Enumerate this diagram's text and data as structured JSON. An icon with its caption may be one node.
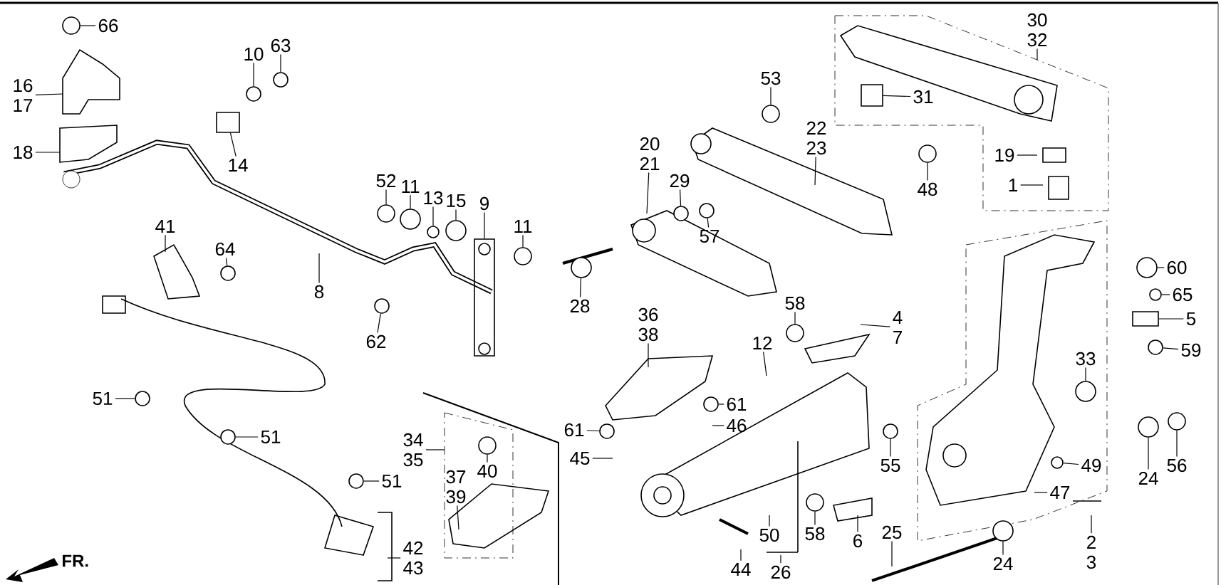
{
  "diagram": {
    "nodes": [
      {
        "text": [
          "66"
        ]
      },
      {
        "text": [
          "16",
          "17"
        ]
      },
      {
        "text": [
          "18"
        ]
      },
      {
        "text": [
          "10"
        ]
      },
      {
        "text": [
          "63"
        ]
      },
      {
        "text": [
          "14"
        ]
      },
      {
        "text": [
          "52"
        ]
      },
      {
        "text": [
          "11"
        ]
      },
      {
        "text": [
          "13"
        ]
      },
      {
        "text": [
          "15"
        ]
      },
      {
        "text": [
          "9"
        ]
      },
      {
        "text": [
          "11"
        ]
      },
      {
        "text": [
          "41"
        ]
      },
      {
        "text": [
          "64"
        ]
      },
      {
        "text": [
          "8"
        ]
      },
      {
        "text": [
          "62"
        ]
      },
      {
        "text": [
          "20",
          "21"
        ]
      },
      {
        "text": [
          "29"
        ]
      },
      {
        "text": [
          "57"
        ]
      },
      {
        "text": [
          "53"
        ]
      },
      {
        "text": [
          "22",
          "23"
        ]
      },
      {
        "text": [
          "28"
        ]
      },
      {
        "text": [
          "30",
          "32"
        ]
      },
      {
        "text": [
          "31"
        ]
      },
      {
        "text": [
          "48"
        ]
      },
      {
        "text": [
          "19"
        ]
      },
      {
        "text": [
          "1"
        ]
      },
      {
        "text": [
          "60"
        ]
      },
      {
        "text": [
          "65"
        ]
      },
      {
        "text": [
          "5"
        ]
      },
      {
        "text": [
          "59"
        ]
      },
      {
        "text": [
          "4",
          "7"
        ]
      },
      {
        "text": [
          "58"
        ]
      },
      {
        "text": [
          "12"
        ]
      },
      {
        "text": [
          "36",
          "38"
        ]
      },
      {
        "text": [
          "61"
        ]
      },
      {
        "text": [
          "46"
        ]
      },
      {
        "text": [
          "61"
        ]
      },
      {
        "text": [
          "45"
        ]
      },
      {
        "text": [
          "34",
          "35"
        ]
      },
      {
        "text": [
          "40"
        ]
      },
      {
        "text": [
          "37",
          "39"
        ]
      },
      {
        "text": [
          "42",
          "43"
        ]
      },
      {
        "text": [
          "51"
        ]
      },
      {
        "text": [
          "51"
        ]
      },
      {
        "text": [
          "51"
        ]
      },
      {
        "text": [
          "44"
        ]
      },
      {
        "text": [
          "50"
        ]
      },
      {
        "text": [
          "26"
        ]
      },
      {
        "text": [
          "58"
        ]
      },
      {
        "text": [
          "6"
        ]
      },
      {
        "text": [
          "55"
        ]
      },
      {
        "text": [
          "33"
        ]
      },
      {
        "text": [
          "49"
        ]
      },
      {
        "text": [
          "47"
        ]
      },
      {
        "text": [
          "24"
        ]
      },
      {
        "text": [
          "56"
        ]
      },
      {
        "text": [
          "25"
        ]
      },
      {
        "text": [
          "24"
        ]
      },
      {
        "text": [
          "2",
          "3"
        ]
      },
      {
        "text": [],
        "shape": "circle"
      },
      {
        "text": [],
        "shape": "circle"
      },
      {
        "text": [],
        "shape": "circle"
      },
      {
        "text": [],
        "shape": "circle"
      },
      {
        "text": [],
        "shape": "circle"
      },
      {
        "text": [],
        "shape": "circle"
      },
      {
        "text": [],
        "shape": "circle"
      },
      {
        "text": [],
        "shape": "circle"
      },
      {
        "text": [],
        "shape": "circle"
      },
      {
        "text": [],
        "shape": "circle"
      },
      {
        "text": [],
        "shape": "circle"
      },
      {
        "text": [],
        "shape": "circle"
      },
      {
        "text": [],
        "shape": "circle"
      },
      {
        "text": [],
        "shape": "circle"
      },
      {
        "text": [],
        "shape": "circle"
      },
      {
        "text": [],
        "shape": "circle"
      },
      {
        "text": [],
        "shape": "circle"
      },
      {
        "text": [],
        "shape": "circle"
      },
      {
        "text": [],
        "shape": "circle"
      },
      {
        "text": [],
        "shape": "circle"
      },
      {
        "text": [],
        "shape": "circle"
      },
      {
        "text": [],
        "shape": "circle"
      },
      {
        "text": [],
        "shape": "circle"
      },
      {
        "text": [],
        "shape": "circle"
      },
      {
        "text": [],
        "shape": "circle"
      },
      {
        "text": [],
        "shape": "circle"
      },
      {
        "text": [],
        "shape": "box"
      },
      {
        "text": [],
        "shape": "box"
      },
      {
        "text": [],
        "shape": "box"
      },
      {
        "text": [],
        "shape": "box"
      },
      {
        "text": [],
        "shape": "circle"
      },
      {
        "text": [],
        "shape": "circle"
      },
      {
        "text": [],
        "shape": "circle"
      },
      {
        "text": [],
        "shape": "circle"
      },
      {
        "text": [],
        "shape": "circle"
      },
      {
        "text": [],
        "shape": "circle"
      }
    ],
    "edges": [
      {
        "from": 0,
        "to": 60,
        "arrow": "none"
      },
      {
        "from": 1,
        "to": null,
        "arrow": "none"
      },
      {
        "from": 2,
        "to": null,
        "arrow": "none"
      },
      {
        "from": 3,
        "to": 90,
        "arrow": "none"
      },
      {
        "from": 4,
        "to": 64,
        "arrow": "none"
      },
      {
        "from": 5,
        "to": 86,
        "arrow": "none"
      },
      {
        "from": 6,
        "to": 67,
        "arrow": "none"
      },
      {
        "from": 7,
        "to": 68,
        "arrow": "none"
      },
      {
        "from": 8,
        "to": 69,
        "arrow": "none"
      },
      {
        "from": 9,
        "to": 70,
        "arrow": "none"
      },
      {
        "from": 10,
        "to": 87,
        "arrow": "none"
      },
      {
        "from": 11,
        "to": 72,
        "arrow": "none"
      },
      {
        "from": 12,
        "to": null,
        "arrow": "none"
      },
      {
        "from": 13,
        "to": 62,
        "arrow": "none"
      },
      {
        "from": 14,
        "to": null,
        "arrow": "none"
      },
      {
        "from": 15,
        "to": 66,
        "arrow": "none"
      },
      {
        "from": 16,
        "to": null,
        "arrow": "none"
      },
      {
        "from": 17,
        "to": 75,
        "arrow": "none"
      },
      {
        "from": 18,
        "to": 76,
        "arrow": "none"
      },
      {
        "from": 19,
        "to": 78,
        "arrow": "none"
      },
      {
        "from": 20,
        "to": null,
        "arrow": "none"
      },
      {
        "from": 21,
        "to": 73,
        "arrow": "none"
      },
      {
        "from": 22,
        "to": null,
        "arrow": "none"
      },
      {
        "from": 23,
        "to": 88,
        "arrow": "none"
      },
      {
        "from": 24,
        "to": 82,
        "arrow": "none"
      },
      {
        "from": 25,
        "to": null,
        "arrow": "none"
      },
      {
        "from": 26,
        "to": null,
        "arrow": "none"
      },
      {
        "from": 27,
        "to": 83,
        "arrow": "none"
      },
      {
        "from": 28,
        "to": 84,
        "arrow": "none"
      },
      {
        "from": 29,
        "to": 89,
        "arrow": "none"
      },
      {
        "from": 30,
        "to": 85,
        "arrow": "none"
      },
      {
        "from": 31,
        "to": null,
        "arrow": "none"
      },
      {
        "from": 32,
        "to": 79,
        "arrow": "none"
      },
      {
        "from": 33,
        "to": null,
        "arrow": "none"
      },
      {
        "from": 34,
        "to": null,
        "arrow": "none"
      },
      {
        "from": 35,
        "to": 77,
        "arrow": "none"
      },
      {
        "from": 36,
        "to": null,
        "arrow": "none"
      },
      {
        "from": 37,
        "to": 74,
        "arrow": "none"
      },
      {
        "from": 38,
        "to": null,
        "arrow": "none"
      },
      {
        "from": 39,
        "to": null,
        "arrow": "none"
      },
      {
        "from": 40,
        "to": 71,
        "arrow": "none"
      },
      {
        "from": 41,
        "to": null,
        "arrow": "none"
      },
      {
        "from": 42,
        "to": null,
        "arrow": "none"
      },
      {
        "from": 43,
        "to": 61,
        "arrow": "none"
      },
      {
        "from": 44,
        "to": 63,
        "arrow": "none"
      },
      {
        "from": 45,
        "to": 65,
        "arrow": "none"
      },
      {
        "from": 46,
        "to": null,
        "arrow": "none"
      },
      {
        "from": 47,
        "to": null,
        "arrow": "none"
      },
      {
        "from": 48,
        "to": null,
        "arrow": "none"
      },
      {
        "from": 49,
        "to": 80,
        "arrow": "none"
      },
      {
        "from": 50,
        "to": null,
        "arrow": "none"
      },
      {
        "from": 51,
        "to": 81,
        "arrow": "none"
      },
      {
        "from": 52,
        "to": 92,
        "arrow": "none"
      },
      {
        "from": 53,
        "to": 95,
        "arrow": "none"
      },
      {
        "from": 54,
        "to": null,
        "arrow": "none"
      },
      {
        "from": 55,
        "to": 93,
        "arrow": "none"
      },
      {
        "from": 56,
        "to": 94,
        "arrow": "none"
      },
      {
        "from": 57,
        "to": null,
        "arrow": "none"
      },
      {
        "from": 58,
        "to": 91,
        "arrow": "none"
      },
      {
        "from": 59,
        "to": null,
        "arrow": "none"
      }
    ],
    "labels": [
      "FR."
    ]
  }
}
